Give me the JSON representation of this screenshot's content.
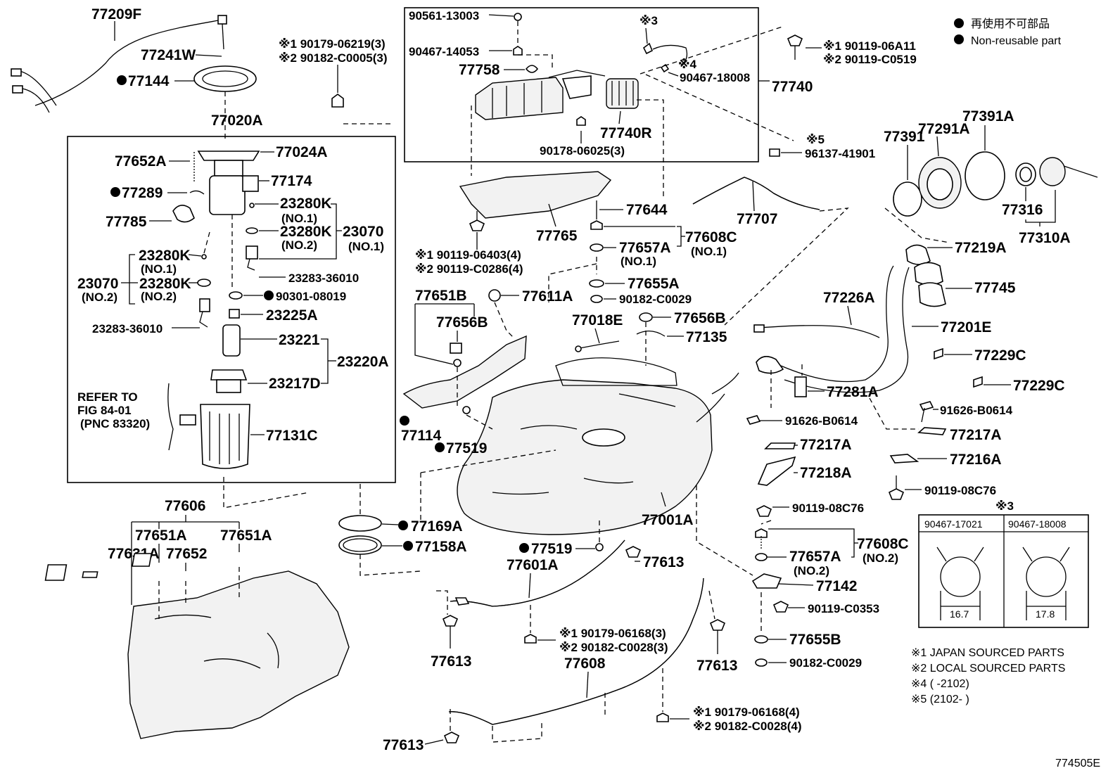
{
  "legend": {
    "non_reusable_jp": "再使用不可部品",
    "non_reusable_en": "Non-reusable part"
  },
  "figure_code": "774505E",
  "notes": {
    "n1": "※1 JAPAN SOURCED PARTS",
    "n2": "※2 LOCAL SOURCED PARTS",
    "n4": "※4 (      -2102)",
    "n5": "※5 (2102-      )"
  },
  "clamp_table": {
    "title": "※3",
    "col1_part": "90467-17021",
    "col2_part": "90467-18008",
    "col1_dim": "16.7",
    "col2_dim": "17.8"
  },
  "refer": {
    "line1": "REFER TO",
    "line2": "FIG 84-01",
    "line3": "(PNC 83320)"
  },
  "labels": {
    "p77209F": "77209F",
    "p77241W": "77241W",
    "p77144": "77144",
    "p77020A": "77020A",
    "p77652A": "77652A",
    "p77024A": "77024A",
    "p77174": "77174",
    "p77289": "77289",
    "p23280K_1": "23280K",
    "no1_a": "(NO.1)",
    "p23280K_2": "23280K",
    "no2_a": "(NO.2)",
    "p23070_1": "23070",
    "no1_b": "(NO.1)",
    "p77785": "77785",
    "p23280K_3": "23280K",
    "no1_c": "(NO.1)",
    "p23070_2": "23070",
    "p23280K_4": "23280K",
    "no2_b": "(NO.2)",
    "no2_c": "(NO.2)",
    "p23283_1": "23283-36010",
    "p90301": "90301-08019",
    "p23225A": "23225A",
    "p23283_2": "23283-36010",
    "p23221": "23221",
    "p23220A": "23220A",
    "p23217D": "23217D",
    "p77131C": "77131C",
    "p90179_06219": "※1 90179-06219(3)",
    "p90182_C0005": "※2 90182-C0005(3)",
    "p90561": "90561-13003",
    "p90467_14053": "90467-14053",
    "p77758": "77758",
    "ref3": "※3",
    "ref4": "※4",
    "p90467_18008": "90467-18008",
    "p77740": "77740",
    "p77740R": "77740R",
    "p90178": "90178-06025(3)",
    "p90119_06A11": "※1 90119-06A11",
    "p90119_C0519": "※2 90119-C0519",
    "ref5": "※5",
    "p96137": "96137-41901",
    "p77391": "77391",
    "p77291A": "77291A",
    "p77391A": "77391A",
    "p77316": "77316",
    "p77310A": "77310A",
    "p77644": "77644",
    "p77707": "77707",
    "p77765": "77765",
    "p77608C_1": "77608C",
    "no1_d": "(NO.1)",
    "p77657A_1": "77657A",
    "no1_e": "(NO.1)",
    "p90119_06403": "※1 90119-06403(4)",
    "p90119_C0286": "※2 90119-C0286(4)",
    "p77219A": "77219A",
    "p77745": "77745",
    "p77655A": "77655A",
    "p90182_C0029_1": "90182-C0029",
    "p77651B": "77651B",
    "p77611A": "77611A",
    "p77656B_1": "77656B",
    "p77018E": "77018E",
    "p77656B_2": "77656B",
    "p77135": "77135",
    "p77226A": "77226A",
    "p77201E": "77201E",
    "p77229C_1": "77229C",
    "p77229C_2": "77229C",
    "p77281A": "77281A",
    "p91626_1": "91626-B0614",
    "p91626_2": "91626-B0614",
    "p77114": "77114",
    "p77519_1": "77519",
    "p77217A_1": "77217A",
    "p77217A_2": "77217A",
    "p77218A": "77218A",
    "p77216A": "77216A",
    "p90119_08C76_1": "90119-08C76",
    "p90119_08C76_2": "90119-08C76",
    "p77001A": "77001A",
    "p77169A": "77169A",
    "p77158A": "77158A",
    "p77606": "77606",
    "p77651A_1": "77651A",
    "p77651A_2": "77651A",
    "p77631A": "77631A",
    "p77652": "77652",
    "p77519_2": "77519",
    "p77601A": "77601A",
    "p77613_1": "77613",
    "p77608C_2": "77608C",
    "p77657A_2": "77657A",
    "no2_d": "(NO.2)",
    "no2_e": "(NO.2)",
    "p77142": "77142",
    "p90119_C0353": "90119-C0353",
    "p77655B": "77655B",
    "p90182_C0029_2": "90182-C0029",
    "p90179_06168_3": "※1 90179-06168(3)",
    "p90182_C0028_3": "※2 90182-C0028(3)",
    "p77613_2": "77613",
    "p77608": "77608",
    "p77613_3": "77613",
    "p90179_06168_4": "※1 90179-06168(4)",
    "p90182_C0028_4": "※2 90182-C0028(4)",
    "p77613_4": "77613"
  }
}
